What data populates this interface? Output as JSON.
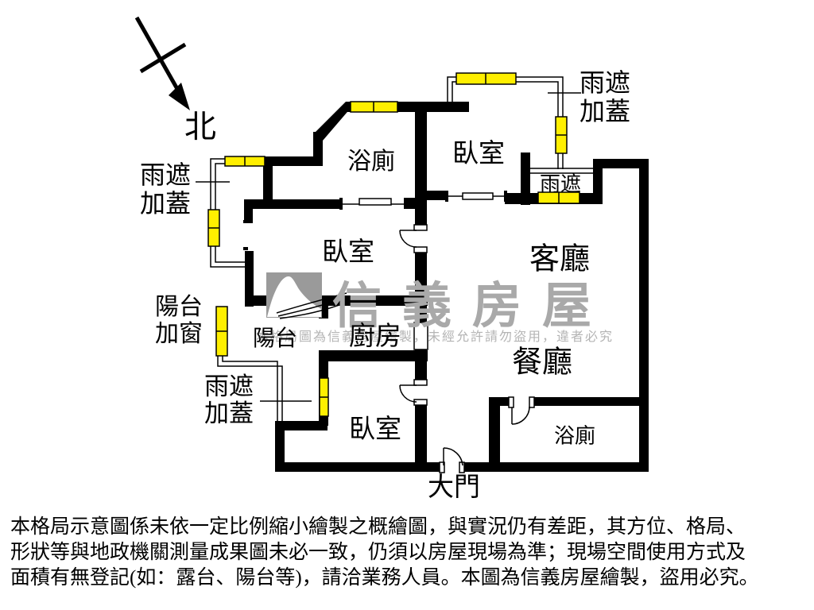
{
  "compass": {
    "label": "北"
  },
  "rooms": {
    "bath_top": "浴廁",
    "bedroom_top_right": "臥室",
    "bedroom_middle": "臥室",
    "living": "客廳",
    "dining": "餐廳",
    "kitchen": "廚房",
    "balcony": "陽台",
    "bedroom_bottom": "臥室",
    "bath_bottom": "浴廁",
    "main_door": "大門"
  },
  "annotations": {
    "rain_cover_left": {
      "line1": "雨遮",
      "line2": "加蓋"
    },
    "balcony_window": {
      "line1": "陽台",
      "line2": "加窗"
    },
    "rain_cover_bottom": {
      "line1": "雨遮",
      "line2": "加蓋"
    },
    "rain_cover_top_right": {
      "line1": "雨遮",
      "line2": "加蓋"
    },
    "rain_cover_small": "雨遮"
  },
  "watermark": {
    "brand": "信義房屋",
    "notice": "本格局圖為信義房屋繪製，未經允許請勿盜用，違者必究",
    "logo": "sinyi-roof-logo"
  },
  "disclaimer": {
    "lines": [
      "本格局示意圖係未依一定比例縮小繪製之概繪圖，與實況仍有差距，其方位、格局、",
      "形狀等與地政機關測量成果圖未必一致，仍須以房屋現場為準；現場空間使用方式及",
      "面積有無登記(如：露台、陽台等)，請洽業務人員。本圖為信義房屋繪製，盜用必究。"
    ]
  },
  "colors": {
    "wall": "#000000",
    "window": "#ffef00",
    "watermark_text": "#a9a9a9",
    "watermark_notice": "#b4b4b4",
    "logo_background": "#9a9a9a"
  }
}
